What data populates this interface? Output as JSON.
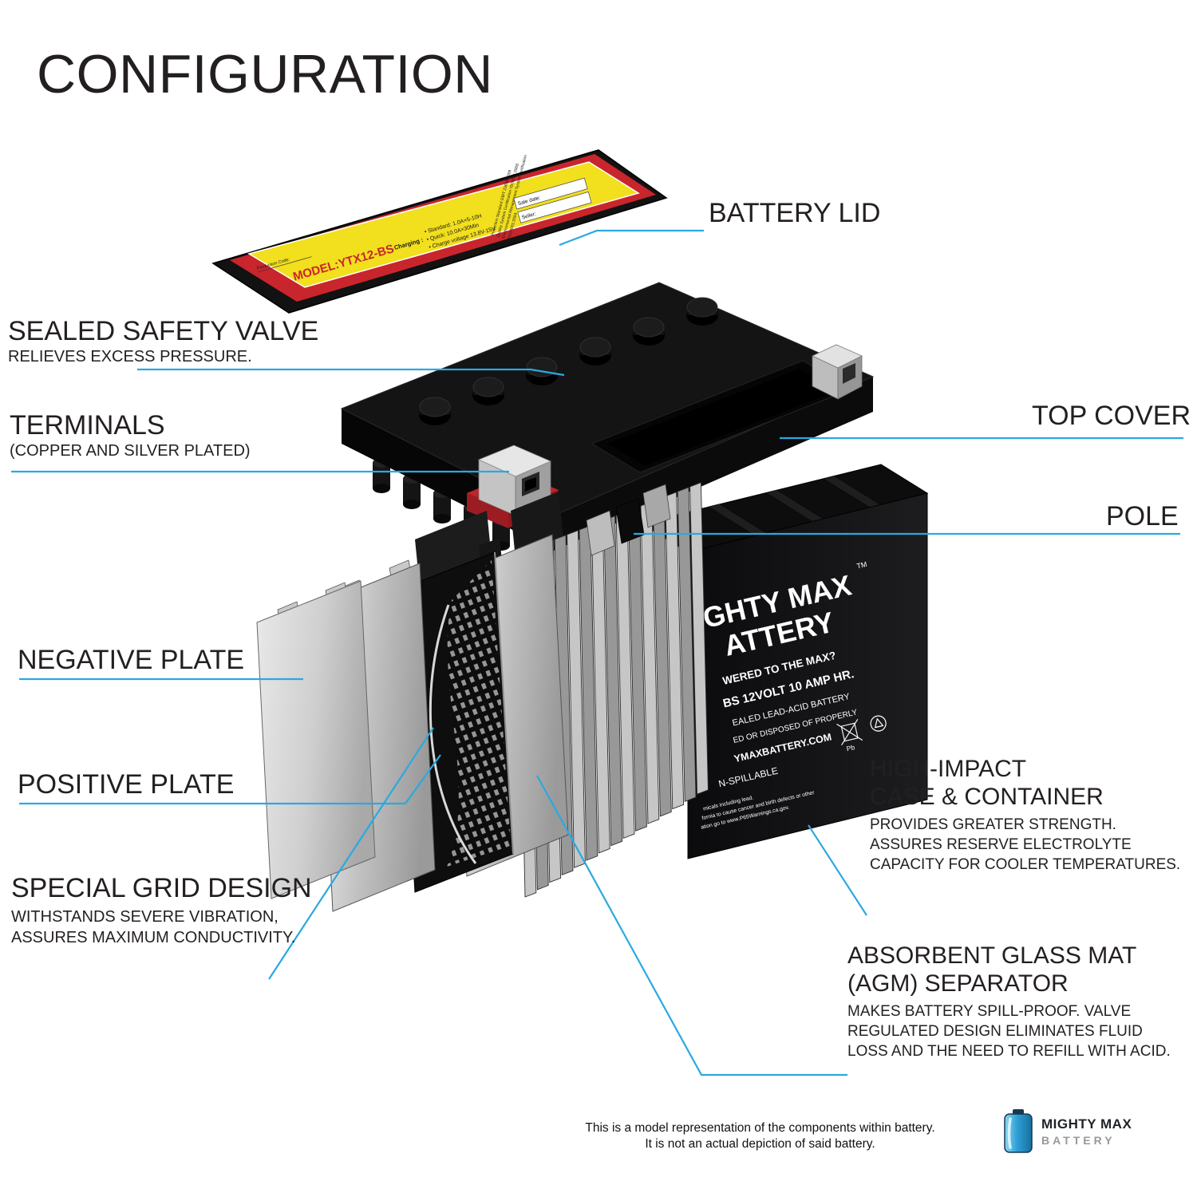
{
  "page": {
    "title": "CONFIGURATION"
  },
  "colors": {
    "callout_blue": "#2aa9e0",
    "ink": "#231f20",
    "lid_label_yellow": "#f2df1d",
    "lid_label_red": "#c9252c",
    "case_black": "#101012"
  },
  "callouts": {
    "battery_lid": {
      "title": "BATTERY LID"
    },
    "sealed_safety_valve": {
      "title": "SEALED SAFETY VALVE",
      "desc": "RELIEVES EXCESS PRESSURE."
    },
    "terminals": {
      "title": "TERMINALS",
      "desc": "(COPPER AND SILVER PLATED)"
    },
    "top_cover": {
      "title": "TOP COVER"
    },
    "pole": {
      "title": "POLE"
    },
    "negative_plate": {
      "title": "NEGATIVE PLATE"
    },
    "positive_plate": {
      "title": "POSITIVE PLATE"
    },
    "special_grid_design": {
      "title": "SPECIAL GRID DESIGN",
      "desc_line1": "WITHSTANDS SEVERE VIBRATION,",
      "desc_line2": "ASSURES MAXIMUM CONDUCTIVITY."
    },
    "high_impact_case": {
      "title_line1": "HIGH-IMPACT",
      "title_line2": "CASE & CONTAINER",
      "desc_line1": "PROVIDES GREATER STRENGTH.",
      "desc_line2": "ASSURES RESERVE ELECTROLYTE",
      "desc_line3": "CAPACITY FOR COOLER TEMPERATURES."
    },
    "agm_separator": {
      "title_line1": "ABSORBENT GLASS MAT",
      "title_line2": "(AGM) SEPARATOR",
      "desc_line1": "MAKES BATTERY SPILL-PROOF. VALVE",
      "desc_line2": "REGULATED DESIGN ELIMINATES FLUID",
      "desc_line3": "LOSS AND THE NEED TO REFILL WITH ACID."
    }
  },
  "lid_label": {
    "model": "MODEL:YTX12-BS",
    "charging_title": "Charging :",
    "charging_standard": "• Standard: 1.0A×5-10H",
    "charging_quick": "• Quick: 10.0A×30Min",
    "charging_voltage": "• Charge voltage 13.8V-15V",
    "production_code": "Production Code:",
    "cert_line1": "Protection Standard GB/T 23638-2009",
    "cert_line2": "Quality System Certification ISO9001:2008",
    "cert_line3": "Environmental Management System Certification",
    "cert_line4": "ISO14001:2004",
    "sale_date": "Sale date:",
    "seller": "Seller:"
  },
  "case_print": {
    "brand_line1": "GHTY MAX",
    "brand_line2": "ATTERY",
    "tm": "TM",
    "tagline": "WERED TO THE MAX?",
    "spec": "BS   12VOLT 10 AMP HR.",
    "type": "EALED LEAD-ACID BATTERY",
    "dispose": "ED OR DISPOSED OF PROPERLY",
    "website": "YMAXBATTERY.COM",
    "non_spillable": "N-SPILLABLE",
    "warn_line1": "micals including lead.",
    "warn_line2": "fornia to cause cancer and birth defects or other",
    "warn_line3": "ation go to www.P65Warnings.ca.gov.",
    "pb": "Pb"
  },
  "footer": {
    "disclaimer_line1": "This is a model representation of the components within battery.",
    "disclaimer_line2": "It is not an actual depiction of said battery.",
    "brand_line1": "MIGHTY MAX",
    "brand_line2": "BATTERY"
  }
}
